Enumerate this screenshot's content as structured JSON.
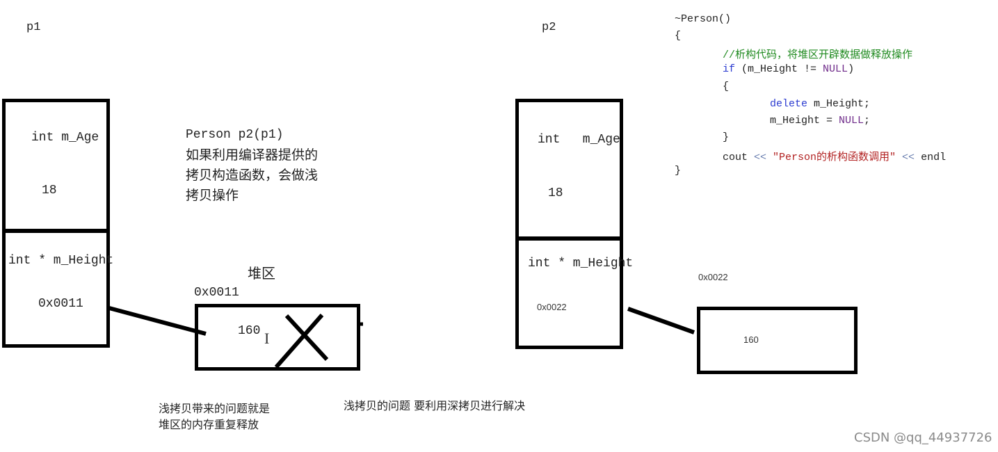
{
  "diagram": {
    "p1": {
      "label": "p1",
      "field_age_label": "int m_Age",
      "field_age_value": "18",
      "field_height_label": "int * m_Height",
      "field_height_value": "0x0011"
    },
    "p2": {
      "label": "p2",
      "field_age_label": "int   m_Age",
      "field_age_value": "18",
      "field_height_label": "int * m_Height",
      "field_height_value": "0x0022"
    },
    "copy_note": {
      "line1": "Person p2(p1)",
      "line2": "如果利用编译器提供的",
      "line3": "拷贝构造函数，会做浅",
      "line4": "拷贝操作"
    },
    "heap_left": {
      "title": "堆区",
      "address": "0x0011",
      "value": "160",
      "cursor_glyph": "I"
    },
    "heap_right": {
      "address": "0x0022",
      "value": "160"
    },
    "problem_note": {
      "line1": "浅拷贝带来的问题就是",
      "line2": "堆区的内存重复释放"
    },
    "solution_note": "浅拷贝的问题 要利用深拷贝进行解决",
    "watermark": "CSDN @qq_44937726"
  },
  "code": {
    "line1": "~Person()",
    "line2": "{",
    "comment": "//析构代码，将堆区开辟数据做释放操作",
    "if_kw": "if",
    "if_rest": " (m_Height != ",
    "if_null": "NULL",
    "if_close": ")",
    "brace_open": "{",
    "delete_kw": "delete",
    "delete_rest": " m_Height;",
    "assign_lhs": "m_Height = ",
    "assign_null": "NULL",
    "assign_semi": ";",
    "brace_close": "}",
    "cout": "cout ",
    "op1": "<<",
    "string": " \"Person的析构函数调用\" ",
    "op2": "<<",
    "endl": " endl",
    "line_end": "}"
  },
  "colors": {
    "keyword": "#2b3bd0",
    "macro": "#6f2b8a",
    "comment": "#1f8a1f",
    "string": "#b22222",
    "watermark": "#8a8a8a"
  }
}
